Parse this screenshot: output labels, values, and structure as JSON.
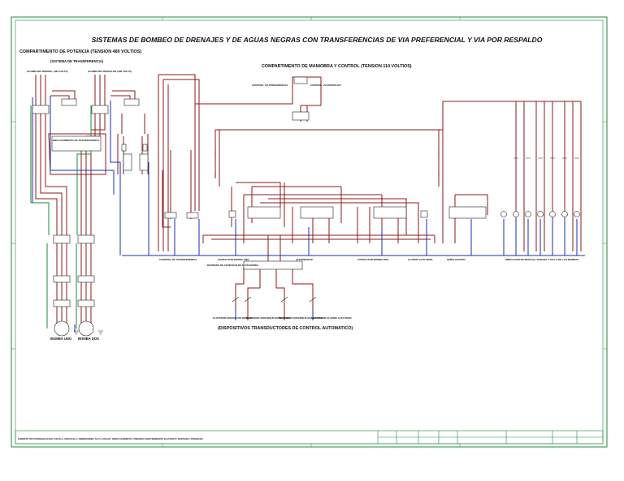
{
  "title": "SISTEMAS DE BOMBEO DE DRENAJES Y DE AGUAS NEGRAS CON TRANSFERENCIAS DE VIA  PREFERENCIAL Y VIA POR RESPALDO",
  "sections": {
    "power": "COMPARTIMENTO DE POTENCIA   (TENSION 480 VOLTIOS)",
    "transfer": "(SISTEMA DE TRANSFERENCIA)",
    "control": "COMPARTIMENTO DE MANIOBRA  Y   CONTROL (TENSION 110 VOLTIOS)",
    "transducers": "(DISPOSITIVOS TRANSDUCTORES DE   CONTROL AUTOMATICO)"
  },
  "pumps": [
    "BOMBA UNO",
    "BOMBA DOS"
  ],
  "labels": {
    "normal_meter": "ACOMETIDA NORMAL (480 VOLTS)",
    "backup_meter": "ACOMETIDA RESPALDO (480 VOLTS)",
    "transfer_box": "ENCLAVAMIENTO DE TRANSFERENCIA",
    "control_normal": "CONTROL VIA PREFERENCIAL",
    "control_backup": "CONTROL VIA RESPALDO",
    "bus_transfer": "CONTROL DE TRANSFERENCIA",
    "bus_alternation": "CONTACTOR BOMBA UNO",
    "bus_pump1": "ALTERNADOR",
    "bus_pump2": "CONTACTOR BOMBA DOS",
    "bus_alarm": "ALARMA ALTO NIVEL",
    "bus_indicators": "SEÑALIZACION",
    "bus_lamps": "INDICACION DE MARCHA, PARADA Y FALLA DE LAS BOMBAS",
    "terminal_block": "BORNERA DE CONEXION DE FLOTADORES",
    "float_1": "FLOTADOR PARADA DE BOMBAS",
    "float_2": "FLOTADOR ARRANQUE BOMBA UNO",
    "float_3": "FLOTADOR ARRANQUE BOMBA DOS",
    "float_4": "FLOTADOR ALARMA ALTO NIVEL"
  },
  "title_block": "FORMATO TIPO PERSONALIZADO / ESCALA: SIN ESCALA / DIMENSIONES: ALTO x ANCHO / DESPLAZAMIENTO / UNIDADES: MANTENIMIENTO ELECTRICO / REVISADO / APROBADO",
  "colors": {
    "wire_power": "#8b1a1a",
    "wire_neutral": "#1a2db5",
    "wire_ground": "#1e8b3a",
    "border": "#1e8b3a"
  }
}
